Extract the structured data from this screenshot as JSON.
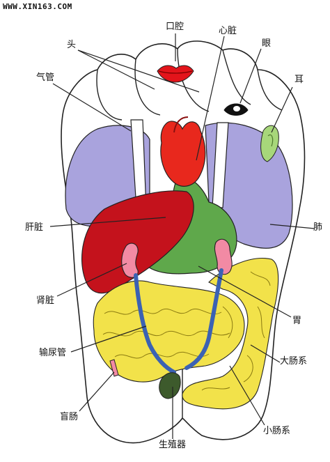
{
  "watermark": "WWW.XIN163.COM",
  "labels": {
    "mouth": "口腔",
    "heart": "心脏",
    "eye": "眼",
    "head": "头",
    "trachea": "气管",
    "ear": "耳",
    "liver": "肝脏",
    "lung": "肺",
    "kidney": "肾脏",
    "stomach": "胃",
    "ureter": "输尿管",
    "large_intestine": "大肠系",
    "appendix": "盲肠",
    "small_intestine": "小肠系",
    "genitals": "生殖器"
  },
  "colors": {
    "lung": "#a9a3dd",
    "liver": "#c4121c",
    "stomach": "#5fa84b",
    "heart": "#e8281d",
    "mouth": "#e3141b",
    "kidney": "#f28aa4",
    "ureter": "#3b62b3",
    "intestine": "#f2e24a",
    "ear": "#a7d77a",
    "genitals": "#3d5a2c",
    "outline": "#222222"
  }
}
